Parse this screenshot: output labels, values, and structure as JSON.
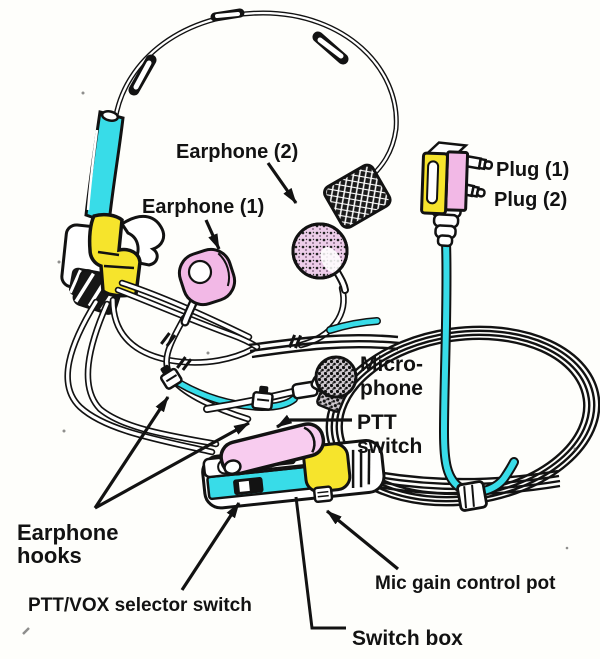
{
  "diagram": {
    "colors": {
      "cyan": "#38DCE8",
      "yellow": "#F6E42C",
      "pink": "#F2B8E6",
      "pinkLight": "#F8CCEF",
      "ink": "#121212",
      "paper": "#FEFEFB"
    },
    "labels": {
      "earphone2": "Earphone (2)",
      "earphone1": "Earphone (1)",
      "plug1": "Plug (1)",
      "plug2": "Plug (2)",
      "microphone1": "Micro-",
      "microphone2": "phone",
      "ptt1": "PTT",
      "ptt2": "switch",
      "hooks1": "Earphone",
      "hooks2": "hooks",
      "pttvox": "PTT/VOX selector switch",
      "micgain": "Mic gain control pot",
      "switchbox": "Switch box"
    }
  }
}
